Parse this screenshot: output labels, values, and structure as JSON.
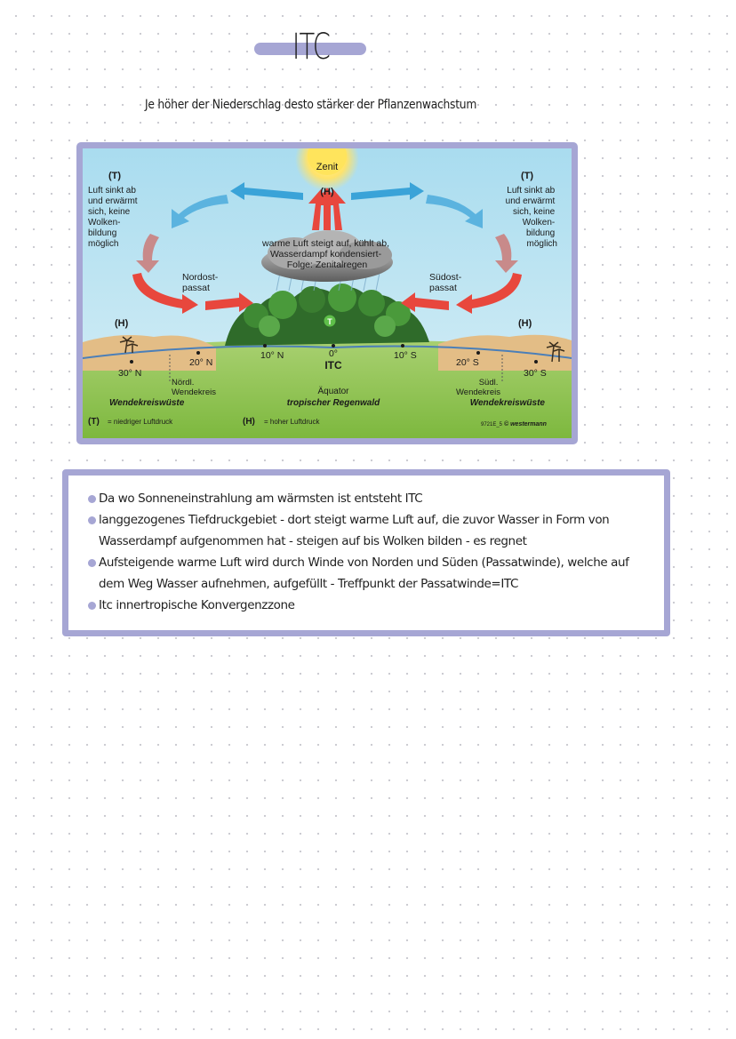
{
  "page": {
    "title": "ITC",
    "subtitle": "Je höher der Niederschlag desto stärker der Pflanzenwachstum"
  },
  "diagram": {
    "sun_label": "Zenit",
    "high_center": "(H)",
    "rising_air_text": [
      "warme Luft steigt auf, kühlt ab,",
      "Wasserdampf kondensiert-",
      "Folge: Zenitalregen"
    ],
    "left_t": "(T)",
    "left_sink_text": [
      "Luft sinkt ab",
      "und erwärmt",
      "sich, keine",
      "Wolken-",
      "bildung",
      "möglich"
    ],
    "right_t": "(T)",
    "right_sink_text": [
      "Luft sinkt ab",
      "und erwärmt",
      "sich, keine",
      "Wolken-",
      "bildung",
      "möglich"
    ],
    "nordost_passat": [
      "Nordost-",
      "passat"
    ],
    "suedost_passat": [
      "Südost-",
      "passat"
    ],
    "left_h": "(H)",
    "right_h": "(H)",
    "low_center": "T",
    "lat_30n": "30° N",
    "lat_20n": "20° N",
    "lat_10n": "10° N",
    "lat_0": "0°",
    "itc": "ITC",
    "lat_10s": "10° S",
    "lat_20s": "20° S",
    "lat_30s": "30° S",
    "noerdl_wendekreis": [
      "Nördl.",
      "Wendekreis"
    ],
    "suedl_wendekreis": [
      "Südl.",
      "Wendekreis"
    ],
    "aequator": "Äquator",
    "regenwald": "tropischer Regenwald",
    "wueste_left": "Wendekreiswüste",
    "wueste_right": "Wendekreiswüste",
    "legend_t_symbol": "(T)",
    "legend_t": "= niedriger Luftdruck",
    "legend_h_symbol": "(H)",
    "legend_h": "= hoher Luftdruck",
    "credit_code": "9721E_5",
    "credit_publisher": "© westermann",
    "colors": {
      "warm_arrow": "#e8473d",
      "cool_arrow": "#3aa3d8",
      "sky": "#b8e2f0",
      "desert": "#e8c48e",
      "grass": "#8cc24a"
    }
  },
  "notes": [
    "Da wo Sonneneinstrahlung am wärmsten ist entsteht ITC",
    "langgezogenes Tiefdruckgebiet - dort steigt warme Luft auf, die zuvor Wasser in Form von Wasserdampf aufgenommen hat - steigen auf bis Wolken bilden - es regnet",
    "Aufsteigende warme Luft wird durch Winde von Norden und Süden (Passatwinde), welche auf dem Weg Wasser aufnehmen, aufgefüllt - Treffpunkt der Passatwinde=ITC",
    "Itc innertropische Konvergenzzone"
  ]
}
